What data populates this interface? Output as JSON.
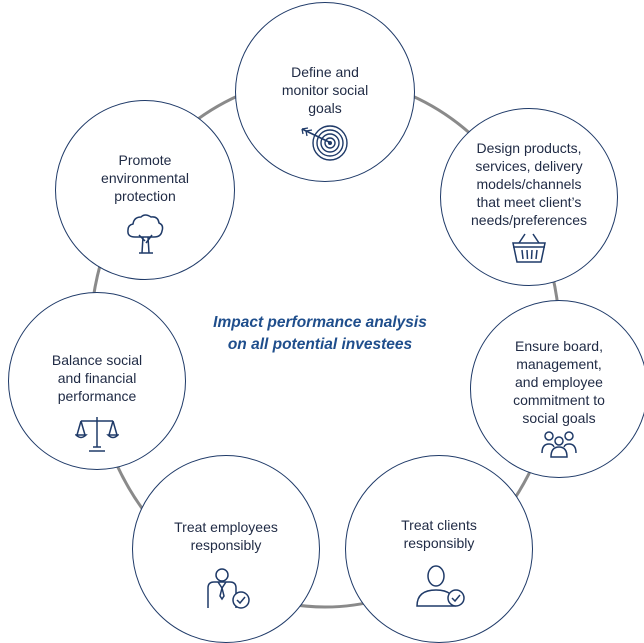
{
  "diagram": {
    "center_text": "Impact performance analysis\non all potential investees",
    "colors": {
      "circle_border": "#1f3a68",
      "ring": "#8a8a8a",
      "center_text": "#1f4e8c",
      "label_text": "#1f2a44"
    },
    "nodes": [
      {
        "id": "social-goals",
        "label": "Define and\nmonitor social\ngoals",
        "icon": "target-icon"
      },
      {
        "id": "design-products",
        "label": "Design products,\nservices, delivery\nmodels/channels\nthat meet client’s\nneeds/preferences",
        "icon": "basket-icon"
      },
      {
        "id": "board-commitment",
        "label": "Ensure board,\nmanagement,\nand employee\ncommitment to\nsocial goals",
        "icon": "team-icon"
      },
      {
        "id": "treat-clients",
        "label": "Treat clients\nresponsibly",
        "icon": "client-badge-icon"
      },
      {
        "id": "treat-employees",
        "label": "Treat employees\nresponsibly",
        "icon": "employee-badge-icon"
      },
      {
        "id": "balance-performance",
        "label": "Balance social\nand financial\nperformance",
        "icon": "scales-icon"
      },
      {
        "id": "environment",
        "label": "Promote\nenvironmental\nprotection",
        "icon": "tree-icon"
      }
    ]
  }
}
